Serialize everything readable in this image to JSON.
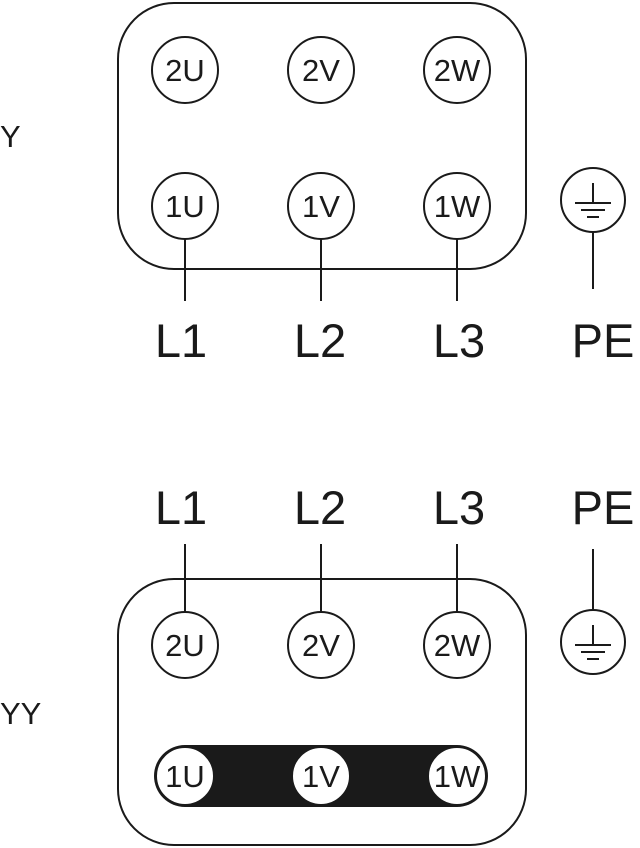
{
  "diagram": {
    "stroke_color": "#1a1a1a",
    "fill_color": "#ffffff",
    "bridge_color": "#1a1a1a",
    "y_connection": {
      "mode_label": "Y",
      "top_row": [
        "2U",
        "2V",
        "2W"
      ],
      "bottom_row": [
        "1U",
        "1V",
        "1W"
      ],
      "lines": [
        "L1",
        "L2",
        "L3"
      ],
      "earth": "PE"
    },
    "yy_connection": {
      "mode_label": "YY",
      "top_row": [
        "2U",
        "2V",
        "2W"
      ],
      "bottom_row": [
        "1U",
        "1V",
        "1W"
      ],
      "lines": [
        "L1",
        "L2",
        "L3"
      ],
      "earth": "PE"
    }
  }
}
